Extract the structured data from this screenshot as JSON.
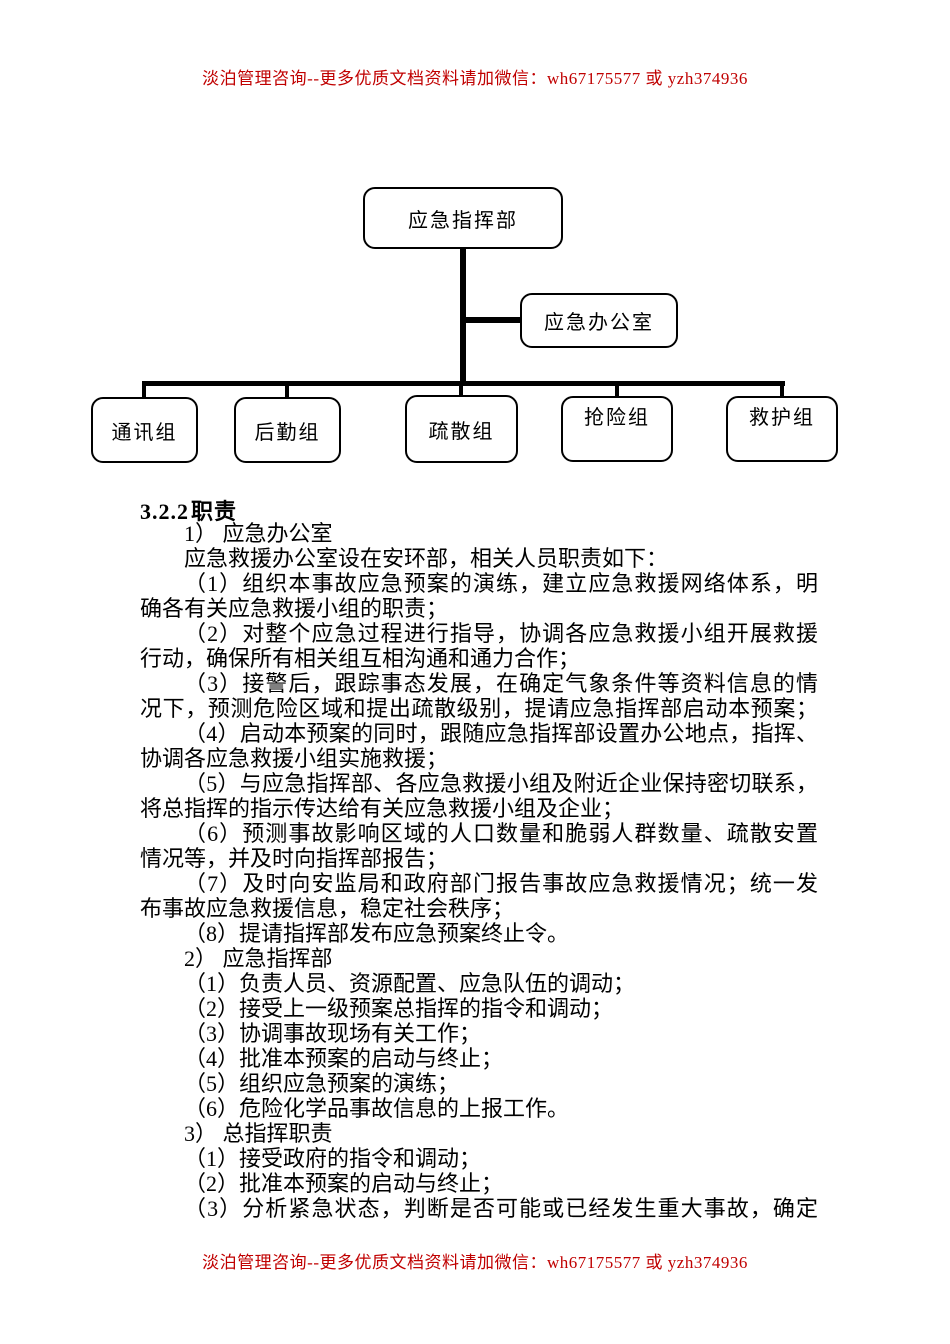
{
  "header": {
    "promo_text": "淡泊管理咨询--更多优质文档资料请加微信：wh67175577 或 yzh374936"
  },
  "footer": {
    "promo_text": "淡泊管理咨询--更多优质文档资料请加微信：wh67175577 或 yzh374936"
  },
  "colors": {
    "promo_red": "#c00000",
    "line_black": "#000000"
  },
  "org_chart": {
    "root": "应急指挥部",
    "office": "应急办公室",
    "teams": [
      "通讯组",
      "后勤组",
      "疏散组",
      "抢险组",
      "救护组"
    ]
  },
  "section": {
    "heading_number": "3.2.2",
    "heading_title": "职责",
    "lines": [
      {
        "t": "1） 应急办公室",
        "i": 1,
        "full": false
      },
      {
        "t": "应急救援办公室设在安环部，相关人员职责如下：",
        "i": 1,
        "full": false
      },
      {
        "t": "（1）组织本事故应急预案的演练，建立应急救援网络体系，明",
        "i": 1,
        "full": true
      },
      {
        "t": "确各有关应急救援小组的职责；",
        "i": 0,
        "full": false
      },
      {
        "t": "（2）对整个应急过程进行指导，协调各应急救援小组开展救援",
        "i": 1,
        "full": true
      },
      {
        "t": "行动，确保所有相关组互相沟通和通力合作；",
        "i": 0,
        "full": false
      },
      {
        "t": "（3）接警后，跟踪事态发展，在确定气象条件等资料信息的情",
        "i": 1,
        "full": true
      },
      {
        "t": "况下，预测危险区域和提出疏散级别，提请应急指挥部启动本预案；",
        "i": 0,
        "full": true
      },
      {
        "t": "（4）启动本预案的同时，跟随应急指挥部设置办公地点，指挥、",
        "i": 1,
        "full": true
      },
      {
        "t": "协调各应急救援小组实施救援；",
        "i": 0,
        "full": false
      },
      {
        "t": "（5）与应急指挥部、各应急救援小组及附近企业保持密切联系，",
        "i": 1,
        "full": true
      },
      {
        "t": "将总指挥的指示传达给有关应急救援小组及企业；",
        "i": 0,
        "full": false
      },
      {
        "t": "（6）预测事故影响区域的人口数量和脆弱人群数量、疏散安置",
        "i": 1,
        "full": true
      },
      {
        "t": "情况等，并及时向指挥部报告；",
        "i": 0,
        "full": false
      },
      {
        "t": "（7）及时向安监局和政府部门报告事故应急救援情况；统一发",
        "i": 1,
        "full": true
      },
      {
        "t": "布事故应急救援信息，稳定社会秩序；",
        "i": 0,
        "full": false
      },
      {
        "t": "（8）提请指挥部发布应急预案终止令。",
        "i": 1,
        "full": false
      },
      {
        "t": "2） 应急指挥部",
        "i": 1,
        "full": false
      },
      {
        "t": "（1）负责人员、资源配置、应急队伍的调动；",
        "i": 1,
        "full": false
      },
      {
        "t": "（2）接受上一级预案总指挥的指令和调动；",
        "i": 1,
        "full": false
      },
      {
        "t": "（3）协调事故现场有关工作；",
        "i": 1,
        "full": false
      },
      {
        "t": "（4）批准本预案的启动与终止；",
        "i": 1,
        "full": false
      },
      {
        "t": "（5）组织应急预案的演练；",
        "i": 1,
        "full": false
      },
      {
        "t": "（6）危险化学品事故信息的上报工作。",
        "i": 1,
        "full": false
      },
      {
        "t": "3） 总指挥职责",
        "i": 1,
        "full": false
      },
      {
        "t": "（1）接受政府的指令和调动；",
        "i": 1,
        "full": false
      },
      {
        "t": "（2）批准本预案的启动与终止；",
        "i": 1,
        "full": false
      },
      {
        "t": "（3）分析紧急状态，判断是否可能或已经发生重大事故，确定",
        "i": 1,
        "full": true
      }
    ]
  }
}
